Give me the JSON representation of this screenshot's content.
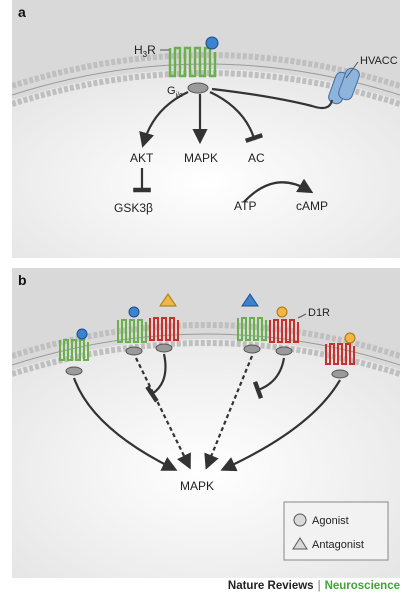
{
  "panel_a": {
    "label": "a",
    "receptor": {
      "name": "H",
      "subscript": "3",
      "suffix": "R"
    },
    "g_protein": {
      "name": "G",
      "subscript": "i/o"
    },
    "channel": "HVACC",
    "nodes": {
      "akt": "AKT",
      "mapk": "MAPK",
      "ac": "AC",
      "gsk": "GSK3β",
      "atp": "ATP",
      "camp": "cAMP"
    }
  },
  "panel_b": {
    "label": "b",
    "receptor": "D1R",
    "target": "MAPK",
    "legend": {
      "agonist": "Agonist",
      "antagonist": "Antagonist"
    }
  },
  "footer": {
    "journal": "Nature Reviews",
    "separator": "|",
    "section": "Neuroscience"
  },
  "colors": {
    "h3r_green": "#6ab04c",
    "d1r_red": "#c9302c",
    "agonist_blue": "#3b82d1",
    "agonist_orange": "#f0b742",
    "membrane_head": "#bfbfbf",
    "channel_blue": "#8fb4dc"
  }
}
